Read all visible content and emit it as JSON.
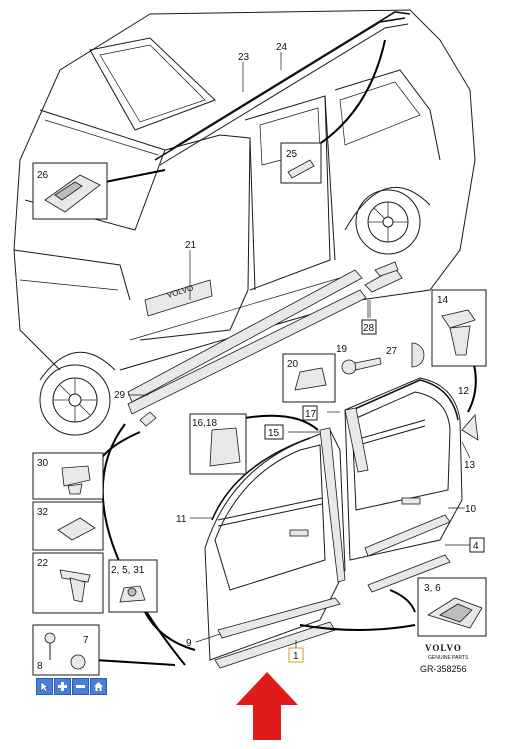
{
  "callouts": {
    "c1": "1",
    "c2531": "2, 5, 31",
    "c4": "4",
    "c36": "3, 6",
    "c7": "7",
    "c8": "8",
    "c9": "9",
    "c10": "10",
    "c11": "11",
    "c13": "13",
    "c14": "14",
    "c15": "15",
    "c1618": "16,18",
    "c17": "17",
    "c19": "19",
    "c20": "20",
    "c21": "21",
    "c22": "22",
    "c23": "23",
    "c24": "24",
    "c25": "25",
    "c26": "26",
    "c27": "27",
    "c28": "28",
    "c29": "29",
    "c30": "30",
    "c32": "32",
    "c12": "12"
  },
  "brand": {
    "name": "VOLVO",
    "sub": "GENUINE PARTS",
    "sill_text": "VOLVO"
  },
  "figure_code": "GR-358256",
  "toolbar": {
    "items": [
      {
        "name": "select",
        "icon": "cursor-icon"
      },
      {
        "name": "zoom-in",
        "icon": "plus-icon"
      },
      {
        "name": "zoom-out",
        "icon": "minus-icon"
      },
      {
        "name": "home",
        "icon": "home-icon"
      }
    ]
  },
  "colors": {
    "arrow": "#e01b1b",
    "toolbar": "#4a7fd6"
  }
}
